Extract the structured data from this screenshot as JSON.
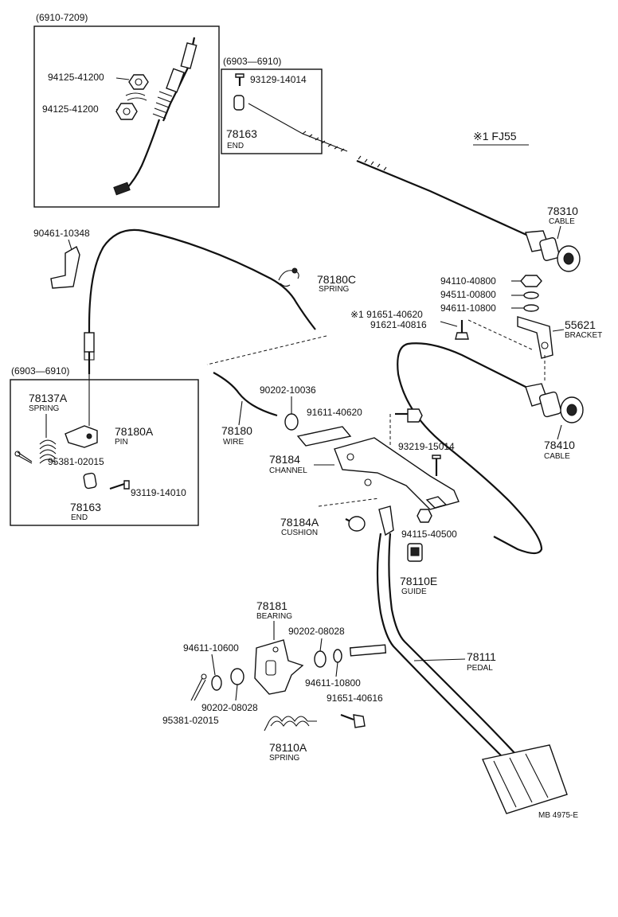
{
  "boxes": {
    "upper_left": "(6910-7209)",
    "upper_mid": "(6903—6910)",
    "lower_left": "(6903—6910)"
  },
  "note": "※1 FJ55",
  "footer": "MB 4975-E",
  "labels": {
    "nut_a": "94125-41200",
    "nut_b": "94125-41200",
    "screw_93129": "93129-14014",
    "end_top_num": "78163",
    "end_top_name": "END",
    "clip_90461": "90461-10348",
    "spring_c_num": "78180C",
    "spring_c_name": "SPRING",
    "cable_78310_num": "78310",
    "cable_78310_name": "CABLE",
    "nut_94110": "94110-40800",
    "washer_94511": "94511-00800",
    "washer_94611a": "94611-10800",
    "bolt_91651": "※1 91651-40620",
    "bolt_91621": "91621-40816",
    "bracket_num": "55621",
    "bracket_name": "BRACKET",
    "cable_78410_num": "78410",
    "cable_78410_name": "CABLE",
    "spring_a_num": "78137A",
    "spring_a_name": "SPRING",
    "pin_num": "78180A",
    "pin_name": "PIN",
    "cotter_95381a": "95381-02015",
    "end_low_num": "78163",
    "end_low_name": "END",
    "screw_93119": "93119-14010",
    "washer_90202_10036": "90202-10036",
    "wire_num": "78180",
    "wire_name": "WIRE",
    "bolt_91611": "91611-40620",
    "channel_num": "78184",
    "channel_name": "CHANNEL",
    "screw_93219": "93219-15014",
    "cushion_num": "78184A",
    "cushion_name": "CUSHION",
    "nut_94115": "94115-40500",
    "guide_num": "78110E",
    "guide_name": "GUIDE",
    "bearing_num": "78181",
    "bearing_name": "BEARING",
    "washer_94611b": "94611-10600",
    "washer_90202a": "90202-08028",
    "washer_94611c": "94611-10800",
    "pedal_num": "78111",
    "pedal_name": "PEDAL",
    "bolt_91651b": "91651-40616",
    "washer_90202b": "90202-08028",
    "cotter_95381b": "95381-02015",
    "spring_110a_num": "78110A",
    "spring_110a_name": "SPRING"
  }
}
